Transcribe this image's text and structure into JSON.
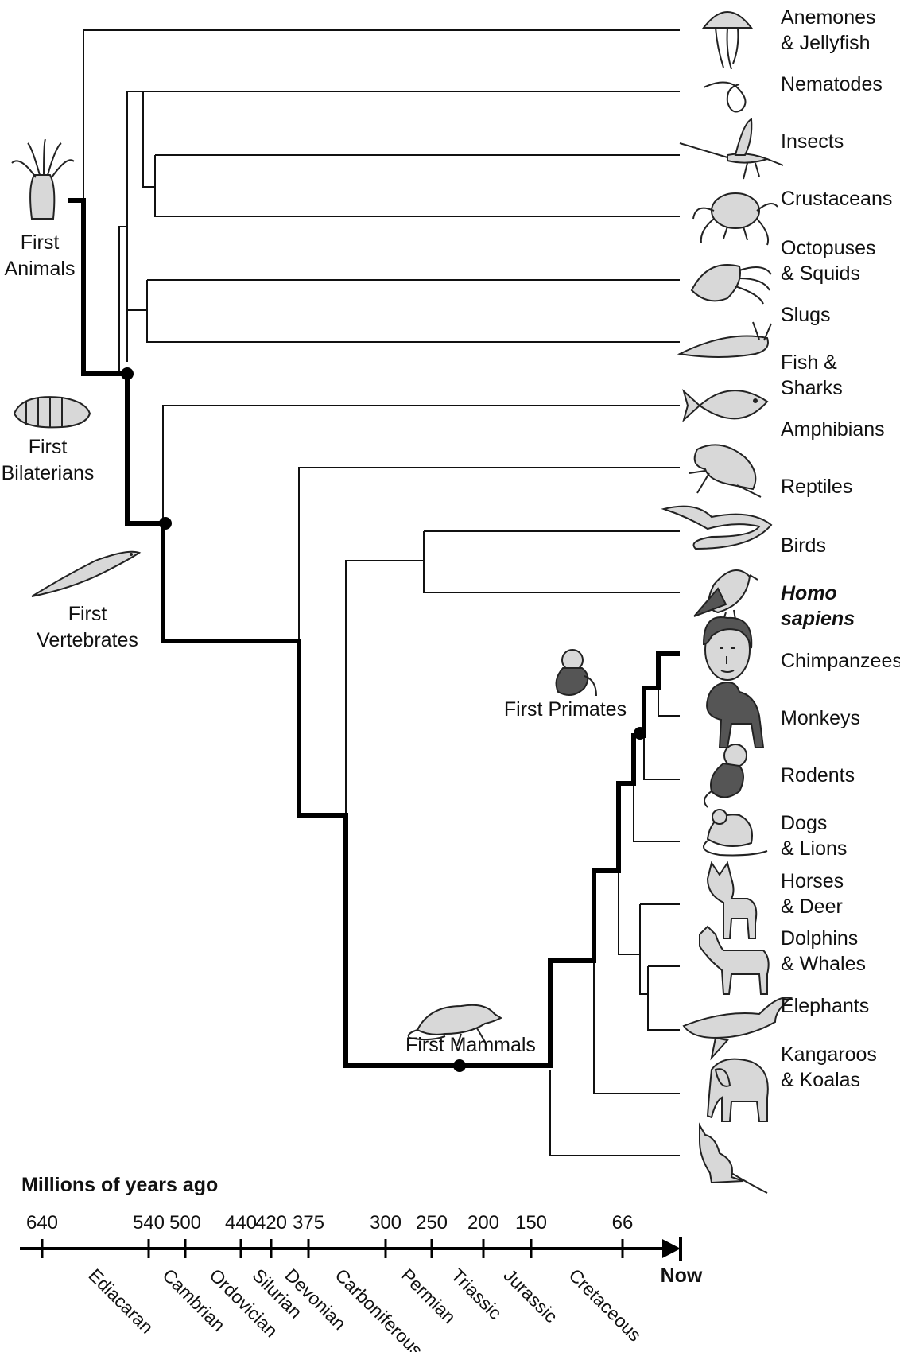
{
  "taxa": [
    {
      "label": "Anemones\n& Jellyfish",
      "icon": "jellyfish-icon"
    },
    {
      "label": "Nematodes",
      "icon": "nematode-icon"
    },
    {
      "label": "Insects",
      "icon": "insect-icon"
    },
    {
      "label": "Crustaceans",
      "icon": "crab-icon"
    },
    {
      "label": "Octopuses\n& Squids",
      "icon": "squid-icon"
    },
    {
      "label": "Slugs",
      "icon": "slug-icon"
    },
    {
      "label": "Fish &\nSharks",
      "icon": "fish-icon"
    },
    {
      "label": "Amphibians",
      "icon": "frog-icon"
    },
    {
      "label": "Reptiles",
      "icon": "snake-icon"
    },
    {
      "label": "Birds",
      "icon": "bird-icon"
    },
    {
      "label": "Homo\nsapiens",
      "icon": "human-icon",
      "italic": true
    },
    {
      "label": "Chimpanzees",
      "icon": "chimpanzee-icon"
    },
    {
      "label": "Monkeys",
      "icon": "monkey-icon"
    },
    {
      "label": "Rodents",
      "icon": "rodent-icon"
    },
    {
      "label": "Dogs\n& Lions",
      "icon": "dog-icon"
    },
    {
      "label": "Horses\n& Deer",
      "icon": "horse-icon"
    },
    {
      "label": "Dolphins\n& Whales",
      "icon": "whale-icon"
    },
    {
      "label": "Elephants",
      "icon": "elephant-icon"
    },
    {
      "label": "Kangaroos\n& Koalas",
      "icon": "kangaroo-icon"
    }
  ],
  "milestones": [
    {
      "label": "First\nAnimals",
      "icon": "anemone-icon"
    },
    {
      "label": "First\nBilaterians",
      "icon": "worm-icon"
    },
    {
      "label": "First\nVertebrates",
      "icon": "lancelet-icon"
    },
    {
      "label": "First Primates",
      "icon": "primate-icon"
    },
    {
      "label": "First Mammals",
      "icon": "mammal-icon"
    }
  ],
  "timeline": {
    "title": "Millions of years ago",
    "ticks": [
      "640",
      "540",
      "500",
      "440",
      "420",
      "375",
      "300",
      "250",
      "200",
      "150",
      "66"
    ],
    "end_label": "Now",
    "periods": [
      "Ediacaran",
      "Cambrian",
      "Ordovician",
      "Silurian",
      "Devonian",
      "Carboniferous",
      "Permian",
      "Triassic",
      "Jurassic",
      "Cretaceous"
    ]
  }
}
